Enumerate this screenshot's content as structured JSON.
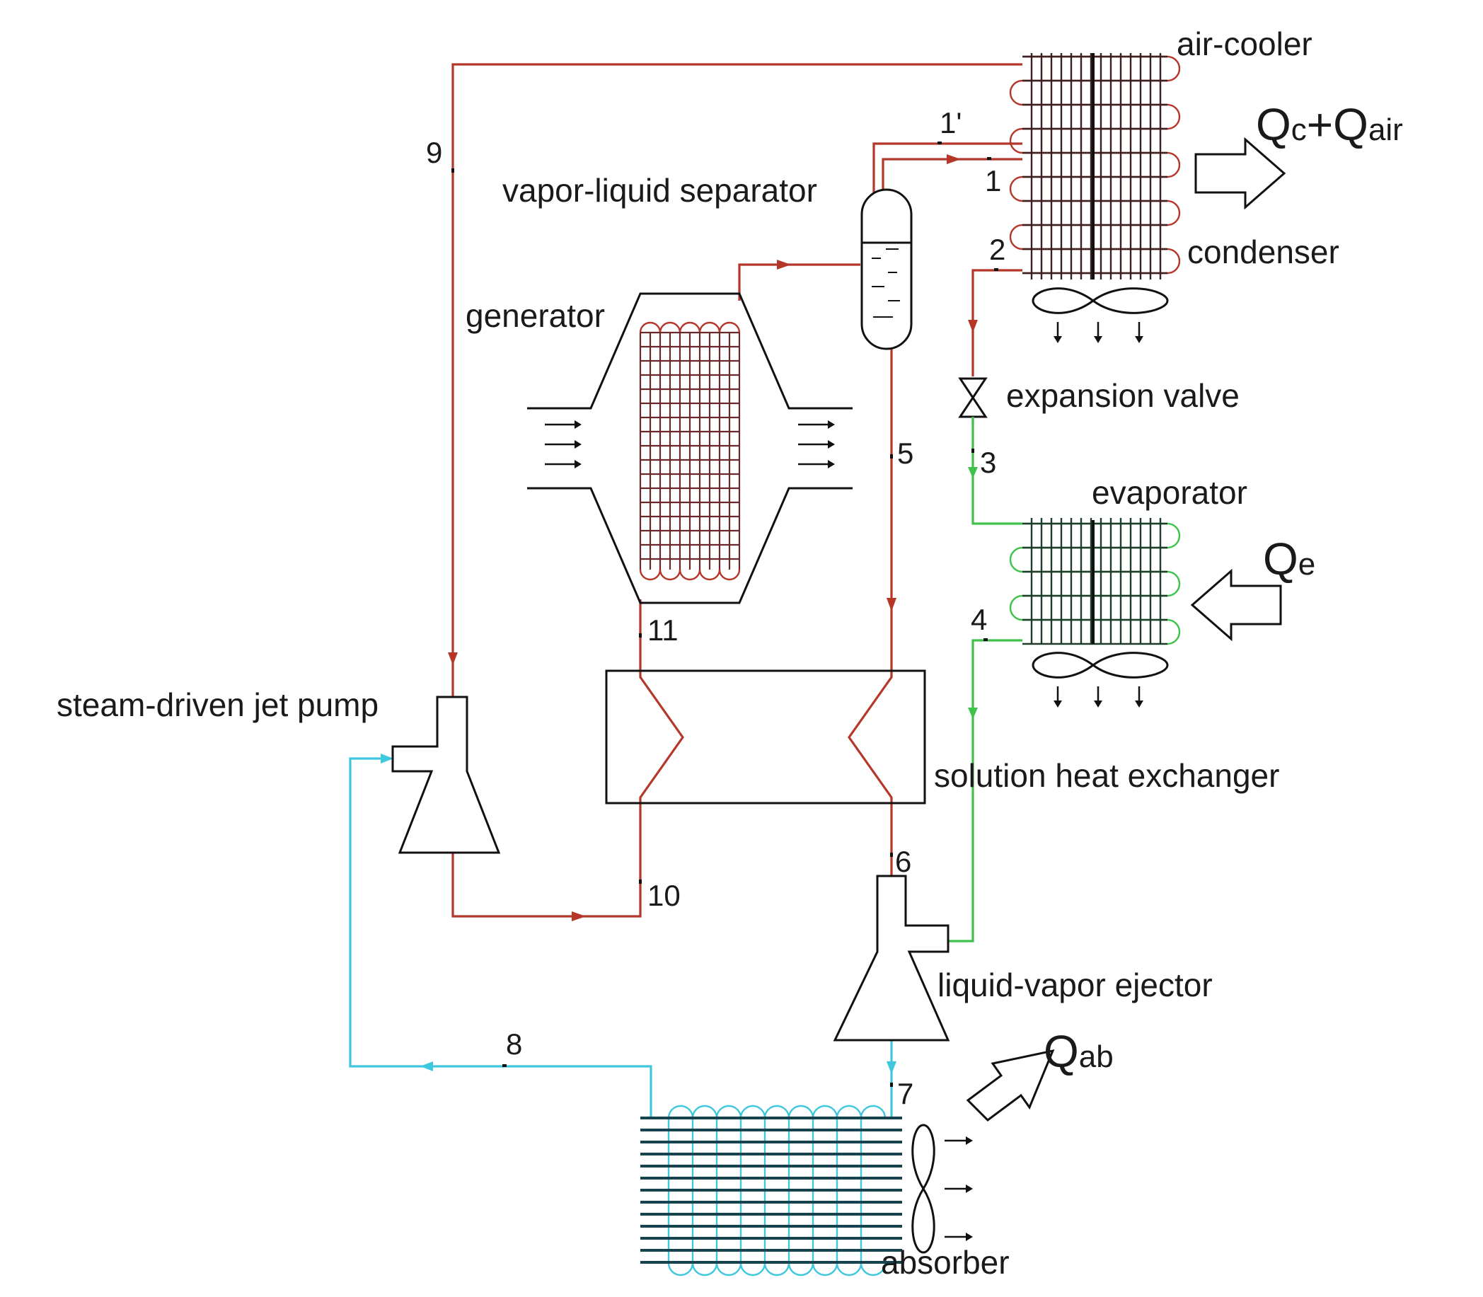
{
  "colors": {
    "hot_loop": "#b5372a",
    "refrigerant_loop": "#3fc24a",
    "absorber_loop": "#3fc7dd",
    "outline": "#111111"
  },
  "components": {
    "air_cooler": "air-cooler",
    "condenser": "condenser",
    "vapor_liquid_separator": "vapor-liquid separator",
    "generator": "generator",
    "expansion_valve": "expansion valve",
    "evaporator": "evaporator",
    "solution_heat_exchanger": "solution heat exchanger",
    "steam_driven_jet_pump": "steam-driven jet pump",
    "liquid_vapor_ejector": "liquid-vapor ejector",
    "absorber": "absorber"
  },
  "heat_flows": {
    "condenser_air": {
      "base": "Q",
      "sub1": "c",
      "plus": "+",
      "base2": "Q",
      "sub2": "air"
    },
    "evaporator": {
      "base": "Q",
      "sub": "e"
    },
    "absorber": {
      "base": "Q",
      "sub": "ab"
    }
  },
  "state_points": {
    "p1": "1",
    "p1prime": "1'",
    "p2": "2",
    "p3": "3",
    "p4": "4",
    "p5": "5",
    "p6": "6",
    "p7": "7",
    "p8": "8",
    "p9": "9",
    "p10": "10",
    "p11": "11"
  }
}
